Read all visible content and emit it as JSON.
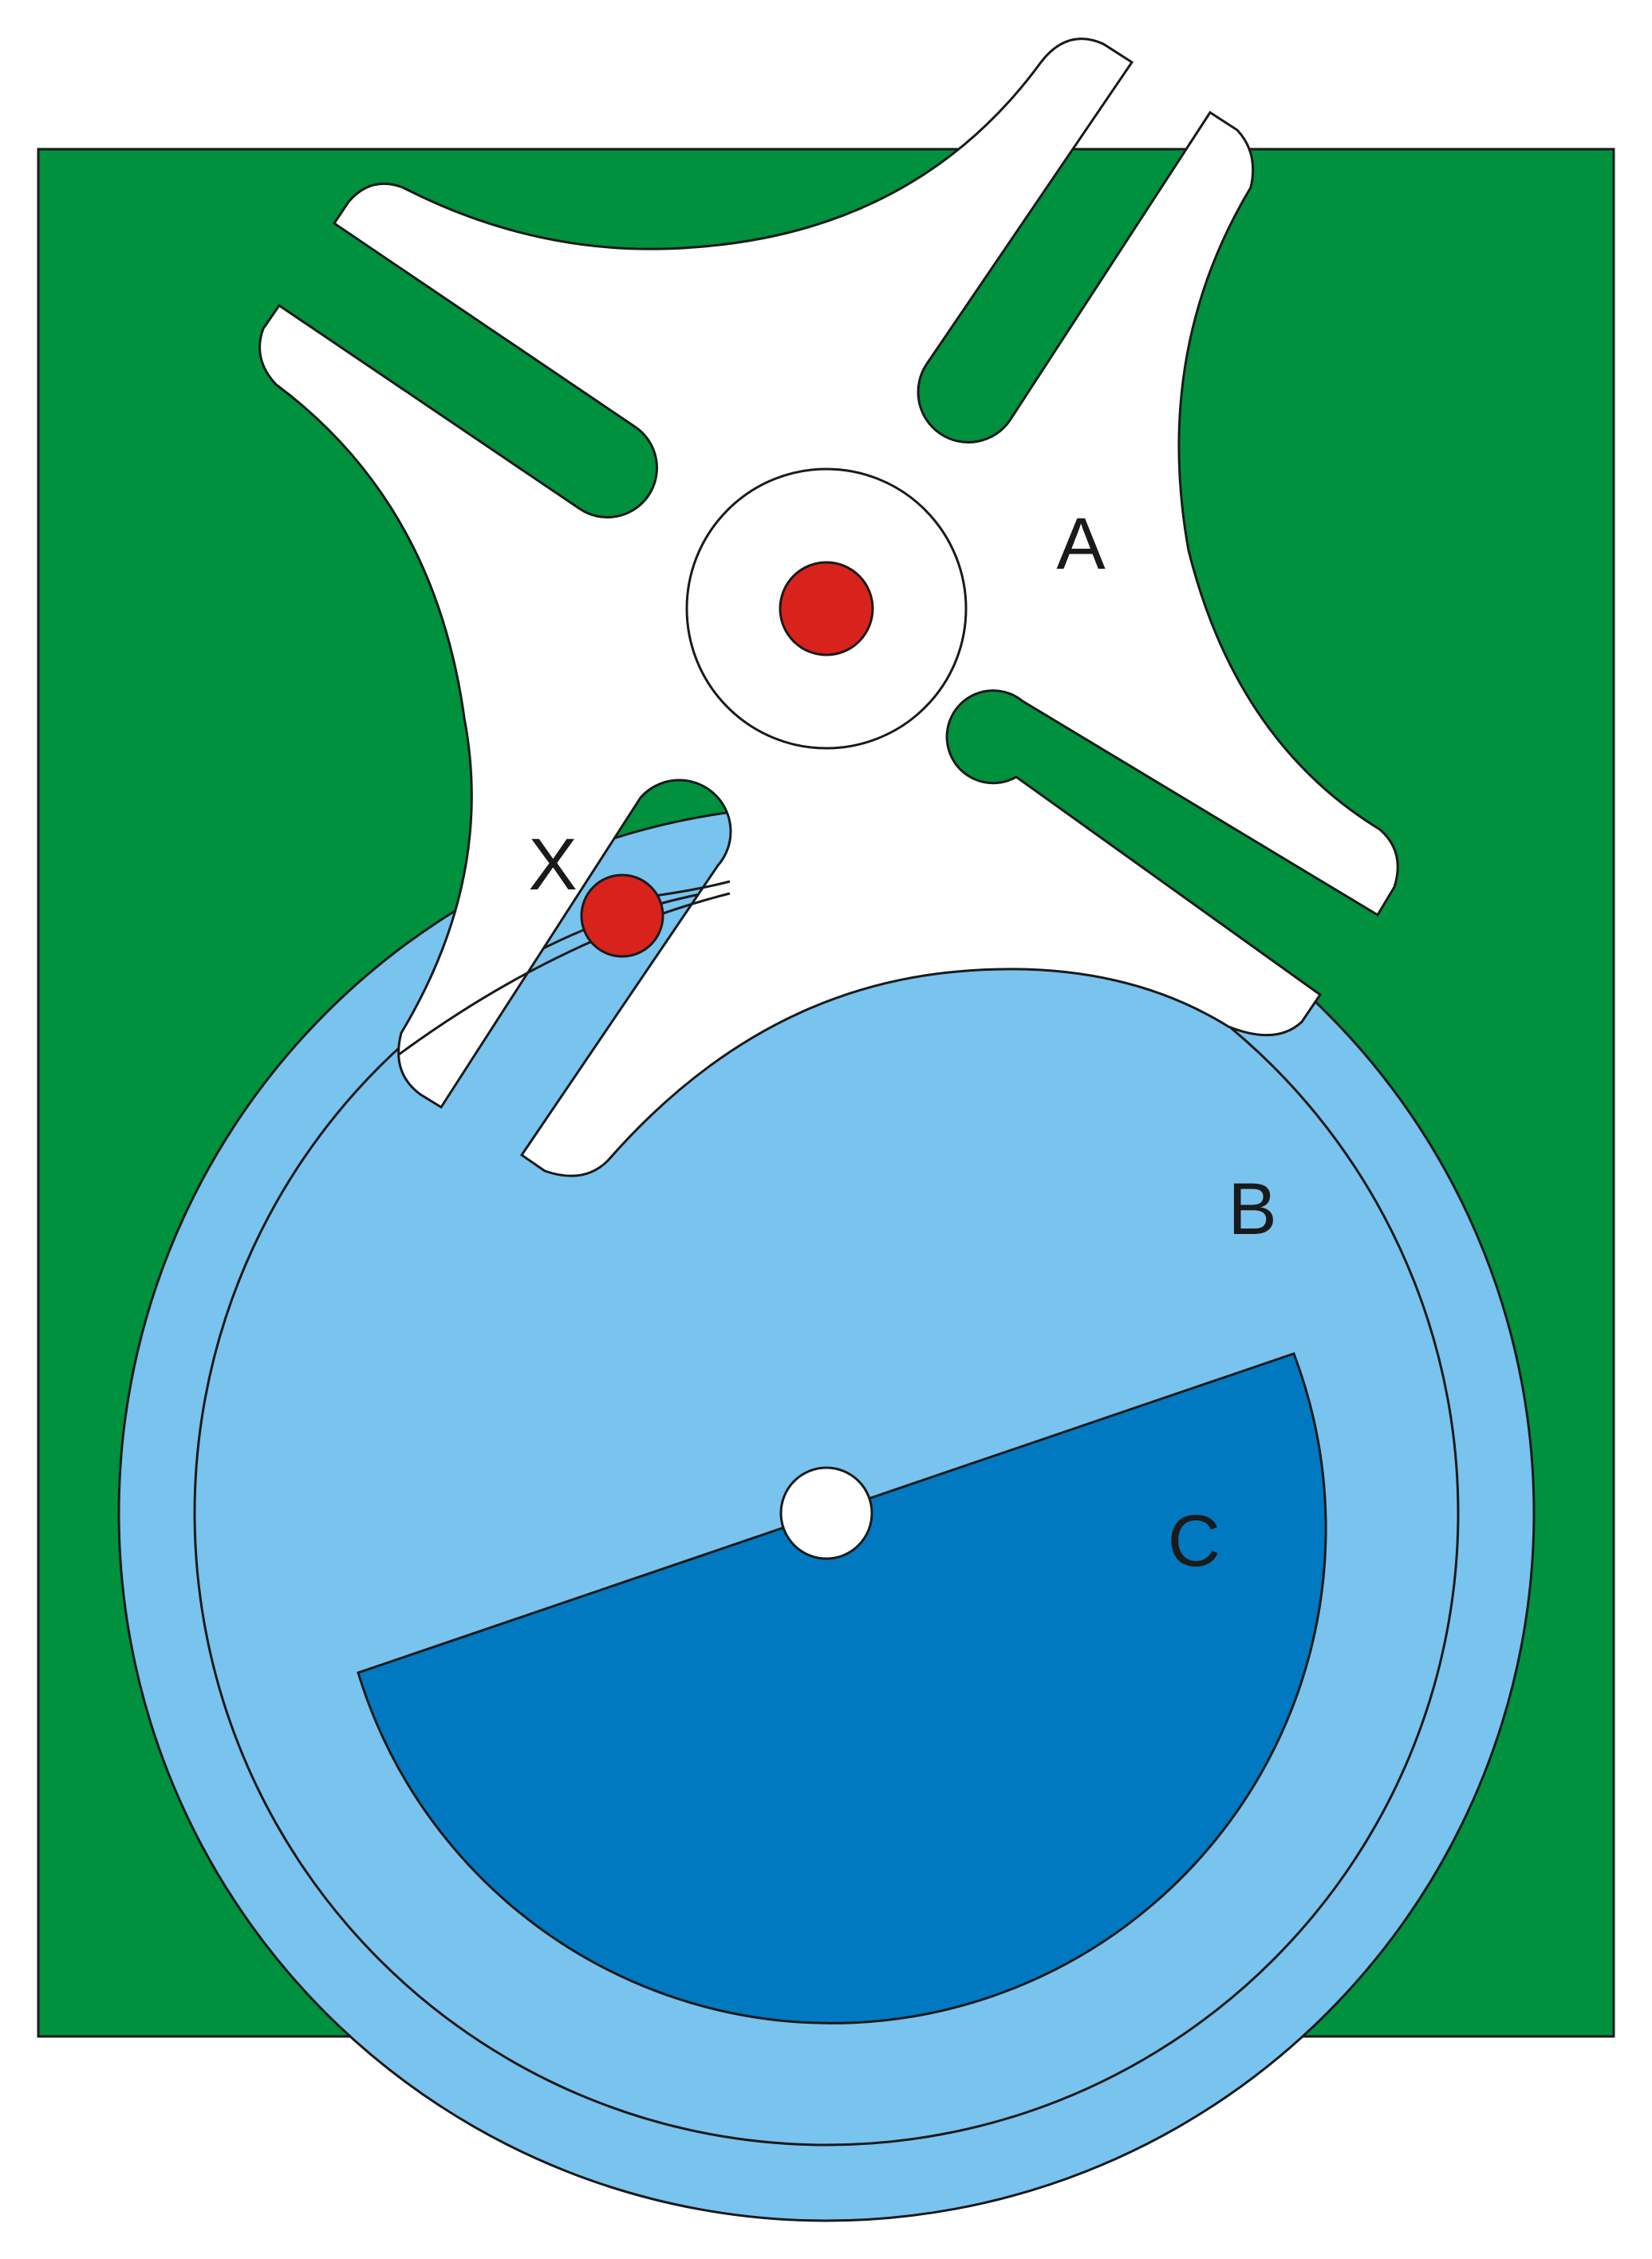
{
  "diagram": {
    "labels": {
      "a": "A",
      "b": "B",
      "c": "C",
      "x": "X"
    },
    "colors": {
      "background_plate": "#00913f",
      "wheel_outer": "#79c3ef",
      "cam_sector": "#0079c1",
      "star_wheel": "#ffffff",
      "pin": "#d8231c",
      "outline": "#1a1a1a"
    }
  }
}
